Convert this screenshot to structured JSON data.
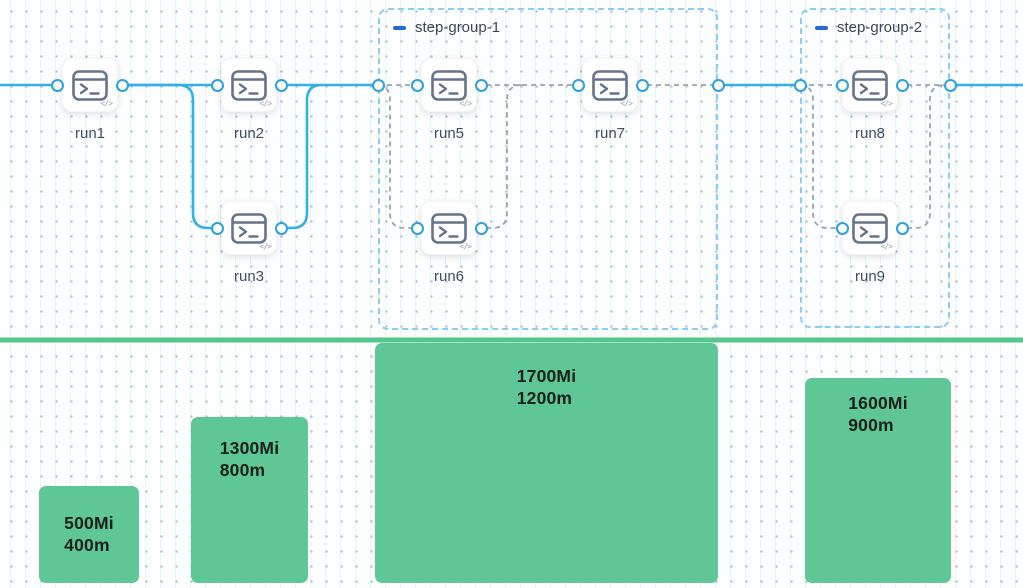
{
  "canvas": {
    "nodes": [
      {
        "id": "run1",
        "label": "run1"
      },
      {
        "id": "run2",
        "label": "run2"
      },
      {
        "id": "run3",
        "label": "run3"
      },
      {
        "id": "run5",
        "label": "run5"
      },
      {
        "id": "run6",
        "label": "run6"
      },
      {
        "id": "run7",
        "label": "run7"
      },
      {
        "id": "run8",
        "label": "run8"
      },
      {
        "id": "run9",
        "label": "run9"
      }
    ],
    "groups": [
      {
        "label": "step-group-1"
      },
      {
        "label": "step-group-2"
      }
    ],
    "node_icon": "terminal-prompt",
    "node_badge_icon": "code"
  },
  "resources": {
    "bars": [
      {
        "memory": "500Mi",
        "cpu": "400m"
      },
      {
        "memory": "1300Mi",
        "cpu": "800m"
      },
      {
        "memory": "1700Mi",
        "cpu": "1200m"
      },
      {
        "memory": "1600Mi",
        "cpu": "900m"
      }
    ]
  },
  "colors": {
    "edge_blue": "#32b0e8",
    "port_blue": "#2ba2dd",
    "connector_gray": "#9ca3af",
    "group_border": "#8ecdf2",
    "group_dash": "#2569d6",
    "bar_green": "#5ec795",
    "separator_green": "#56c58e",
    "label_color": "#414e5e",
    "bar_text": "#17201b",
    "node_icon": "#64748b"
  }
}
